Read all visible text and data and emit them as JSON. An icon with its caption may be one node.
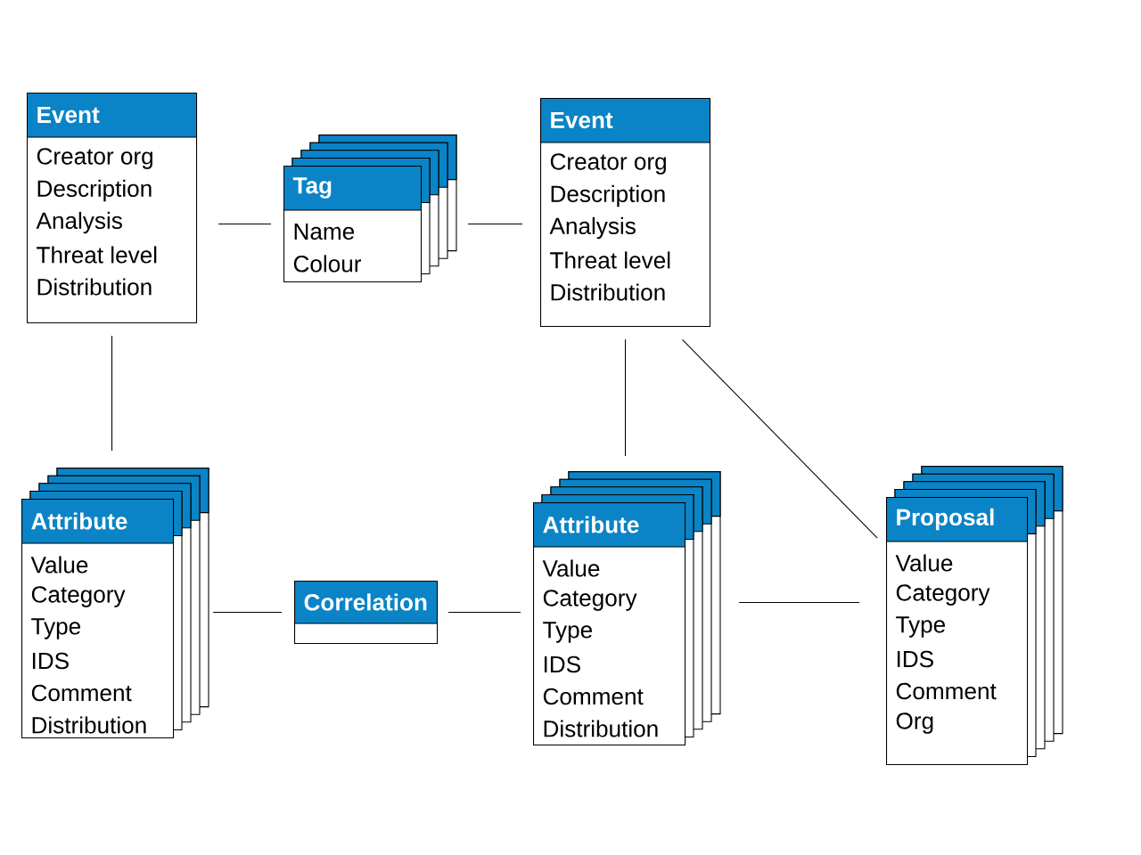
{
  "diagram": {
    "nodes": [
      {
        "text": [
          "Event",
          "Creator org",
          "Description",
          "Analysis",
          "Threat level",
          "Distribution"
        ]
      },
      {
        "text": [
          "Tag",
          "Name",
          "Colour"
        ]
      },
      {
        "text": [
          "Event",
          "Creator org",
          "Description",
          "Analysis",
          "Threat level",
          "Distribution"
        ]
      },
      {
        "text": [
          "Attribute",
          "Value",
          "Category",
          "Type",
          "IDS",
          "Comment",
          "Distribution"
        ]
      },
      {
        "text": [
          "Correlation"
        ]
      },
      {
        "text": [
          "Attribute",
          "Value",
          "Category",
          "Type",
          "IDS",
          "Comment",
          "Distribution"
        ]
      },
      {
        "text": [
          "Proposal",
          "Value",
          "Category",
          "Type",
          "IDS",
          "Comment",
          "Org"
        ]
      }
    ],
    "edges": [
      {
        "from": 0,
        "to": 1,
        "arrow": "none"
      },
      {
        "from": 1,
        "to": 2,
        "arrow": "none"
      },
      {
        "from": 0,
        "to": 3,
        "arrow": "none"
      },
      {
        "from": 2,
        "to": 5,
        "arrow": "none"
      },
      {
        "from": 2,
        "to": 6,
        "arrow": "none"
      },
      {
        "from": 3,
        "to": 4,
        "arrow": "none"
      },
      {
        "from": 4,
        "to": 5,
        "arrow": "none"
      },
      {
        "from": 5,
        "to": 6,
        "arrow": "none"
      }
    ]
  }
}
